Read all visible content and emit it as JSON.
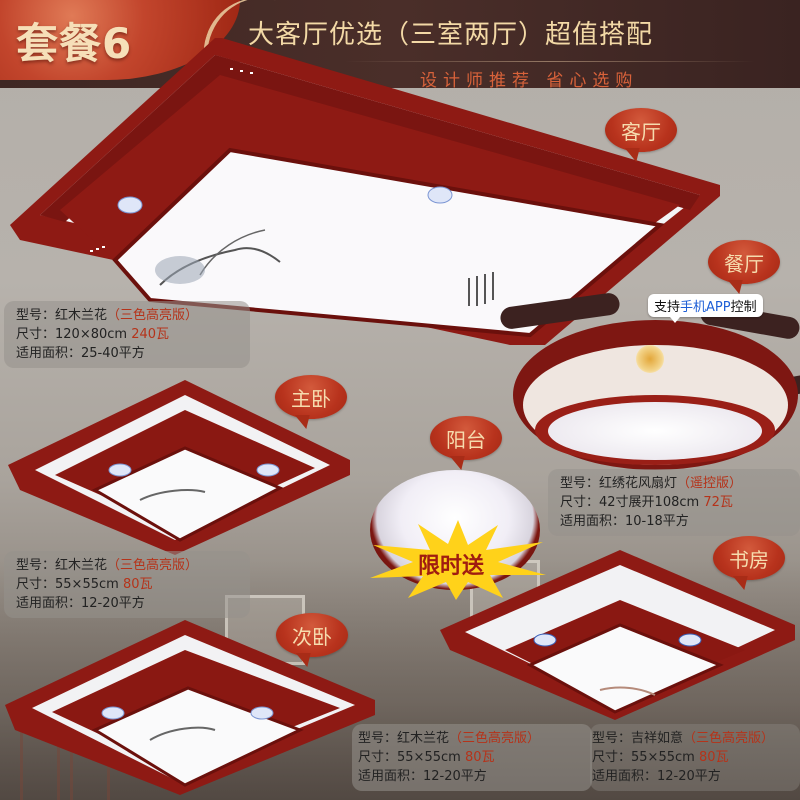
{
  "header": {
    "badge": "套餐6",
    "headline": "大客厅优选（三室两厅）超值搭配",
    "subline": "设计师推荐  省心选购"
  },
  "rooms": {
    "living": "客厅",
    "dining": "餐厅",
    "master_bedroom": "主卧",
    "balcony": "阳台",
    "study": "书房",
    "second_bedroom": "次卧"
  },
  "app_tip": {
    "prefix": "支持",
    "highlight": "手机APP",
    "suffix": "控制"
  },
  "promo": {
    "label": "限时送"
  },
  "specs": {
    "living": {
      "model_label": "型号：",
      "model": "红木兰花",
      "model_note": "（三色高亮版）",
      "size_label": "尺寸：",
      "size": "120×80cm",
      "power": "240瓦",
      "area_label": "适用面积：",
      "area": "25-40平方"
    },
    "dining": {
      "model_label": "型号：",
      "model": "红绣花风扇灯",
      "model_note": "（遥控版）",
      "size_label": "尺寸：",
      "size": "42寸展开108cm",
      "power": "72瓦",
      "area_label": "适用面积：",
      "area": "10-18平方"
    },
    "master_bedroom": {
      "model_label": "型号：",
      "model": "红木兰花",
      "model_note": "（三色高亮版）",
      "size_label": "尺寸：",
      "size": "55×55cm",
      "power": "80瓦",
      "area_label": "适用面积：",
      "area": "12-20平方"
    },
    "second_bedroom": {
      "model_label": "型号：",
      "model": "红木兰花",
      "model_note": "（三色高亮版）",
      "size_label": "尺寸：",
      "size": "55×55cm",
      "power": "80瓦",
      "area_label": "适用面积：",
      "area": "12-20平方"
    },
    "study": {
      "model_label": "型号：",
      "model": "吉祥如意",
      "model_note": "（三色高亮版）",
      "size_label": "尺寸：",
      "size": "55×55cm",
      "power": "80瓦",
      "area_label": "适用面积：",
      "area": "12-20平方"
    }
  },
  "colors": {
    "header_bg": "#3f2723",
    "badge_red": "#c2452c",
    "headline_gold": "#f3d9a6",
    "subline_orange": "#d8623a",
    "highlight_red": "#b5331a",
    "wood_red": "#8e1a14",
    "app_blue": "#1e5fd6",
    "burst_yellow": "#ffd21a"
  }
}
